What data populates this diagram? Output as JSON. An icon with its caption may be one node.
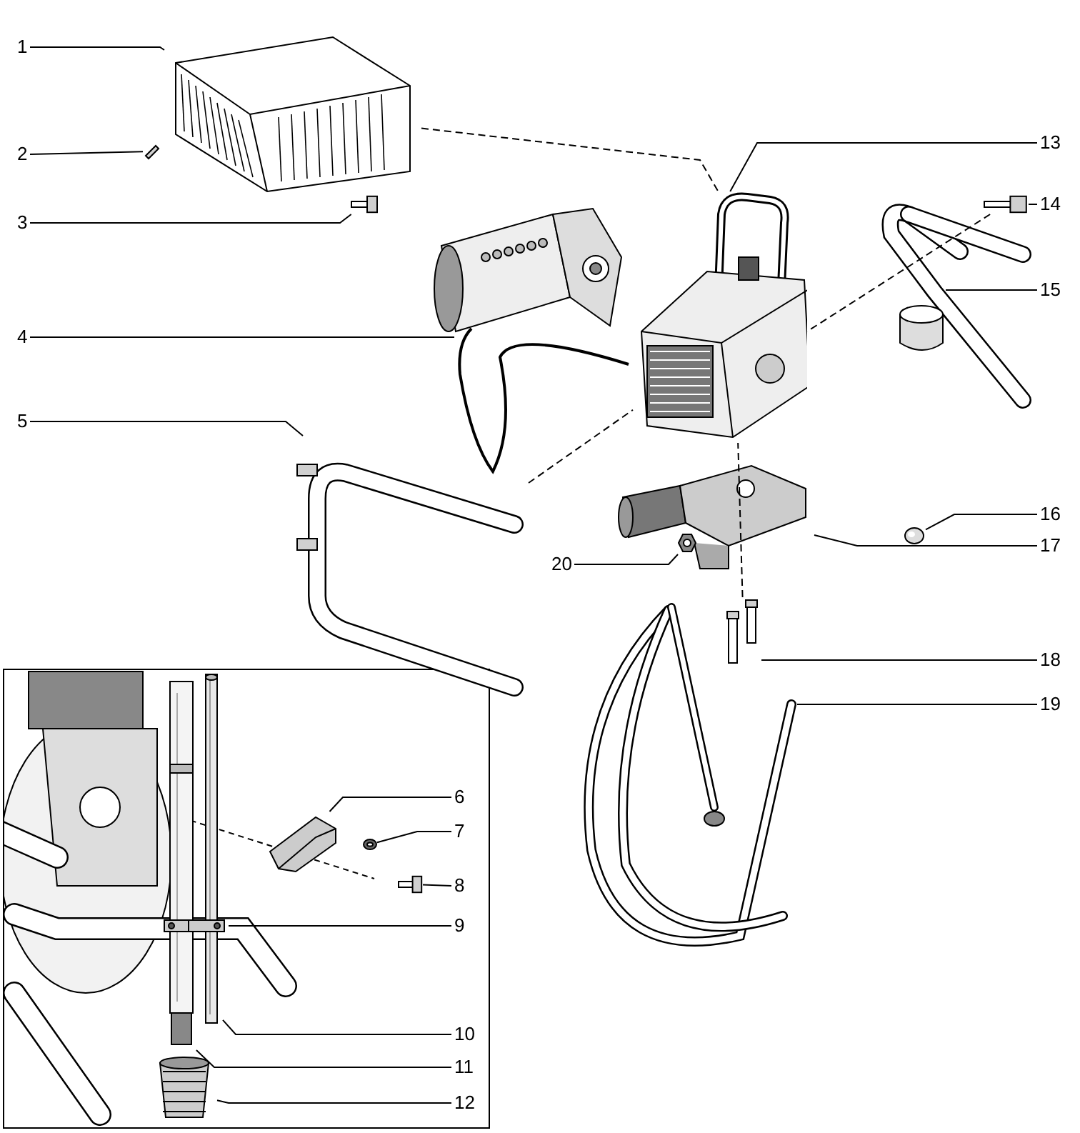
{
  "diagram": {
    "nodes": [
      {
        "text": [
          "1"
        ]
      },
      {
        "text": [
          "2"
        ]
      },
      {
        "text": [
          "3"
        ]
      },
      {
        "text": [
          "4"
        ]
      },
      {
        "text": [
          "5"
        ]
      },
      {
        "text": [
          "6"
        ]
      },
      {
        "text": [
          "7"
        ]
      },
      {
        "text": [
          "8"
        ]
      },
      {
        "text": [
          "9"
        ]
      },
      {
        "text": [
          "10"
        ]
      },
      {
        "text": [
          "11"
        ]
      },
      {
        "text": [
          "12"
        ]
      },
      {
        "text": [
          "13"
        ]
      },
      {
        "text": [
          "14"
        ]
      },
      {
        "text": [
          "15"
        ]
      },
      {
        "text": [
          "16"
        ]
      },
      {
        "text": [
          "17"
        ]
      },
      {
        "text": [
          "18"
        ]
      },
      {
        "text": [
          "19"
        ]
      },
      {
        "text": [
          "20"
        ]
      },
      {
        "text": [],
        "shape": "picture"
      },
      {
        "text": [],
        "shape": "picture"
      },
      {
        "text": [],
        "shape": "picture"
      },
      {
        "text": [],
        "shape": "picture"
      },
      {
        "text": [],
        "shape": "picture"
      },
      {
        "text": [],
        "shape": "picture"
      },
      {
        "text": [],
        "shape": "picture"
      },
      {
        "text": [],
        "shape": "picture"
      },
      {
        "text": [],
        "shape": "picture"
      },
      {
        "text": [],
        "shape": "picture"
      },
      {
        "text": [],
        "shape": "picture"
      },
      {
        "text": [],
        "shape": "picture"
      },
      {
        "text": [],
        "shape": "picture"
      },
      {
        "text": [],
        "shape": "picture"
      },
      {
        "text": [],
        "shape": "picture"
      },
      {
        "text": [],
        "shape": "picture"
      },
      {
        "text": [],
        "shape": "picture"
      },
      {
        "text": [],
        "shape": "picture"
      },
      {
        "text": [],
        "shape": "picture"
      },
      {
        "text": [],
        "shape": "picture"
      }
    ],
    "edges": [
      {
        "from": 0,
        "to": 20,
        "arrow": "none"
      },
      {
        "from": 1,
        "to": 21,
        "arrow": "none"
      },
      {
        "from": 2,
        "to": 22,
        "arrow": "none"
      },
      {
        "from": 3,
        "to": 23,
        "arrow": "none"
      },
      {
        "from": 4,
        "to": 24,
        "arrow": "none"
      },
      {
        "from": 5,
        "to": 25,
        "arrow": "none"
      },
      {
        "from": 6,
        "to": 26,
        "arrow": "none"
      },
      {
        "from": 7,
        "to": 27,
        "arrow": "none"
      },
      {
        "from": 8,
        "to": 28,
        "arrow": "none"
      },
      {
        "from": 9,
        "to": 29,
        "arrow": "none"
      },
      {
        "from": 10,
        "to": 30,
        "arrow": "none"
      },
      {
        "from": 11,
        "to": 31,
        "arrow": "none"
      },
      {
        "from": 12,
        "to": 32,
        "arrow": "none"
      },
      {
        "from": 13,
        "to": 33,
        "arrow": "none"
      },
      {
        "from": 14,
        "to": 34,
        "arrow": "none"
      },
      {
        "from": 15,
        "to": 35,
        "arrow": "none"
      },
      {
        "from": 16,
        "to": 36,
        "arrow": "none"
      },
      {
        "from": 17,
        "to": 37,
        "arrow": "none"
      },
      {
        "from": 18,
        "to": 38,
        "arrow": "none"
      },
      {
        "from": 19,
        "to": 39,
        "arrow": "none"
      },
      {
        "from": 20,
        "to": 32,
        "arrow": "none",
        "style": "dashed"
      },
      {
        "from": 33,
        "to": 32,
        "arrow": "none",
        "style": "dashed"
      },
      {
        "from": 24,
        "to": 32,
        "arrow": "none",
        "style": "dashed"
      },
      {
        "from": 37,
        "to": 32,
        "arrow": "none",
        "style": "dashed"
      }
    ]
  }
}
